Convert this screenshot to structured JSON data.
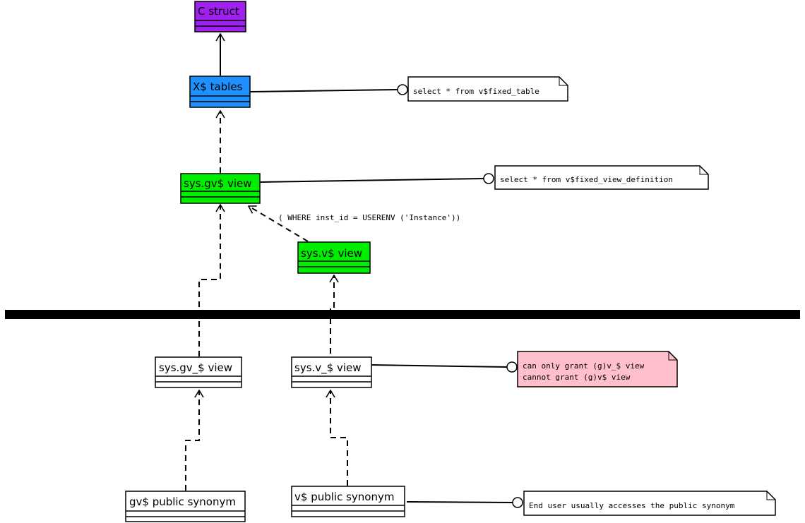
{
  "classes": {
    "c_struct": {
      "title": "C struct",
      "color": "#a020f0"
    },
    "x_tables": {
      "title": "X$ tables",
      "color": "#1e90ff"
    },
    "sys_gv_view": {
      "title": "sys.gv$ view",
      "color": "#00ee00"
    },
    "sys_v_view": {
      "title": "sys.v$ view",
      "color": "#00ee00"
    },
    "sys_gv_underscore_view": {
      "title": "sys.gv_$ view",
      "color": "#ffffff"
    },
    "sys_v_underscore_view": {
      "title": "sys.v_$ view",
      "color": "#ffffff"
    },
    "gv_public_synonym": {
      "title": "gv$ public synonym",
      "color": "#ffffff"
    },
    "v_public_synonym": {
      "title": "v$ public synonym",
      "color": "#ffffff"
    }
  },
  "notes": {
    "fixed_table": {
      "lines": [
        "select * from v$fixed_table"
      ],
      "color": "#ffffff"
    },
    "fixed_view_definition": {
      "lines": [
        "select * from v$fixed_view_definition"
      ],
      "color": "#ffffff"
    },
    "grant": {
      "lines": [
        "can only grant (g)v_$ view",
        "cannot grant (g)v$ view"
      ],
      "color": "#ffc0cb"
    },
    "end_user": {
      "lines": [
        "End user usually accesses the public synonym"
      ],
      "color": "#ffffff"
    }
  },
  "edge_labels": {
    "instance_filter": "( WHERE inst_id = USERENV ('Instance'))"
  }
}
